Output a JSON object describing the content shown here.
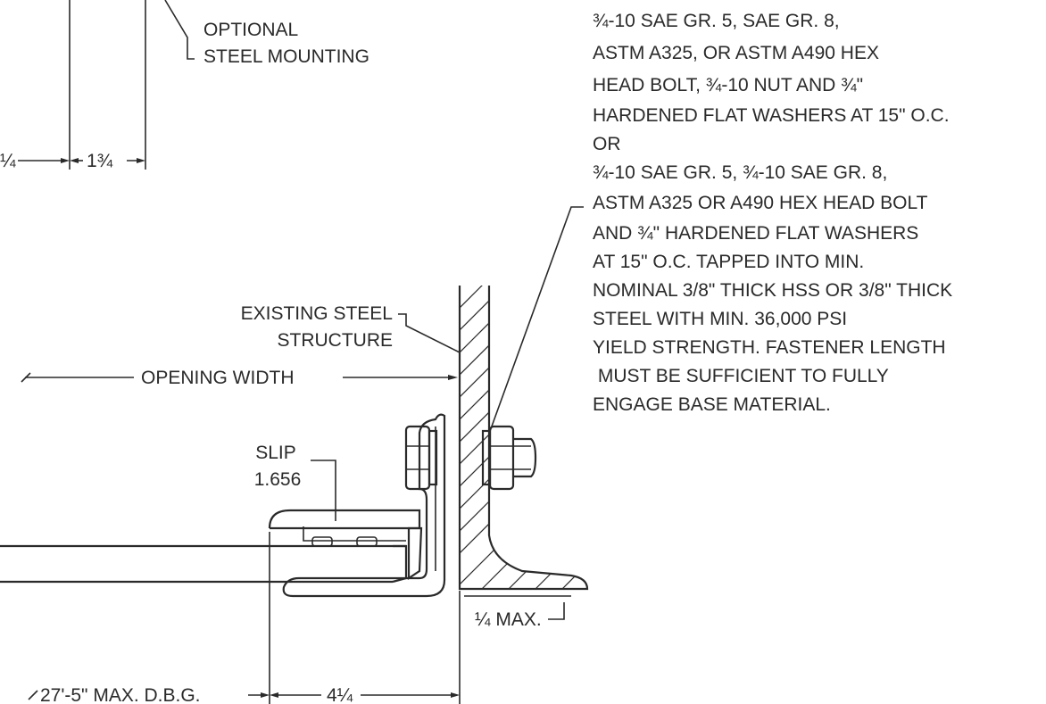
{
  "labels": {
    "optional_mounting_line1": "OPTIONAL",
    "optional_mounting_line2": "STEEL MOUNTING",
    "dim_left_fragment": "¼",
    "dim_flange": "1¾",
    "existing_steel_line1": "EXISTING STEEL",
    "existing_steel_line2": "STRUCTURE",
    "opening_width": "OPENING WIDTH",
    "slip_label": "SLIP",
    "slip_value": "1.656",
    "quarter_max": "¼ MAX.",
    "max_dbg": "27'-5\" MAX. D.B.G.",
    "dim_bottom": "4¼"
  },
  "note": {
    "lines": [
      "¾-10 SAE GR. 5, SAE GR. 8,",
      "ASTM A325, OR ASTM A490 HEX",
      "HEAD BOLT, ¾-10 NUT AND ¾\"",
      "HARDENED FLAT WASHERS AT 15\" O.C.",
      "OR",
      "¾-10 SAE GR. 5, ¾-10 SAE GR. 8,",
      "ASTM A325 OR A490 HEX HEAD BOLT",
      "AND ¾\" HARDENED FLAT WASHERS",
      "AT 15\" O.C. TAPPED INTO MIN.",
      "NOMINAL 3/8\" THICK HSS OR 3/8\" THICK",
      "STEEL WITH MIN. 36,000 PSI",
      "YIELD STRENGTH.  FASTENER LENGTH",
      " MUST BE SUFFICIENT TO FULLY",
      "ENGAGE BASE MATERIAL."
    ]
  }
}
